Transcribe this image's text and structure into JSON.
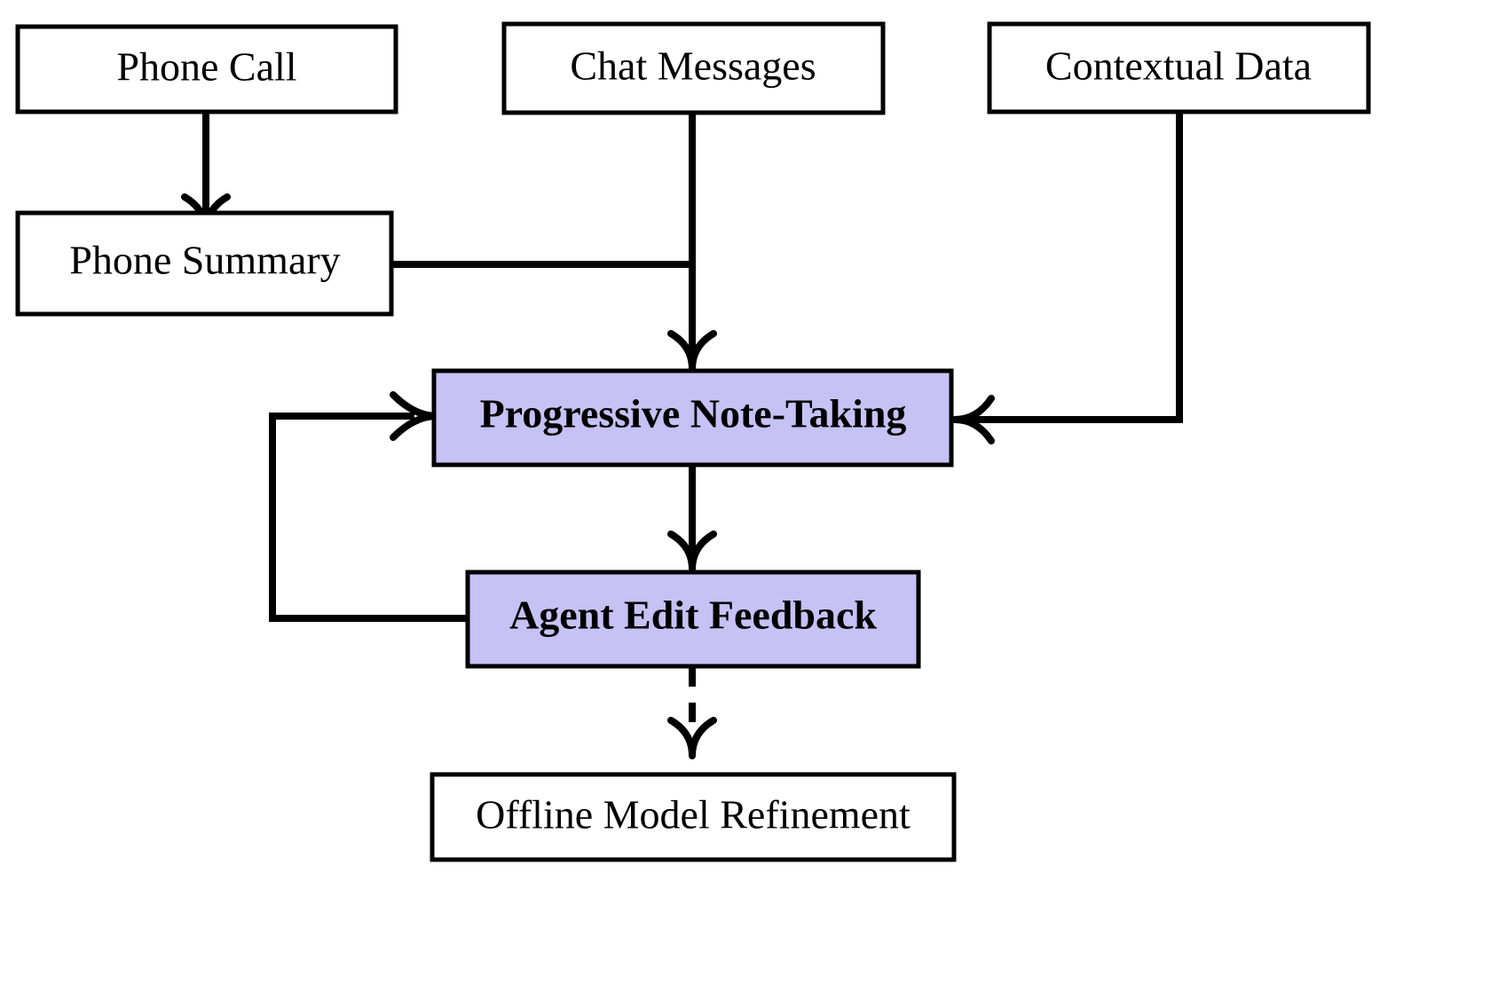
{
  "diagram": {
    "type": "flowchart",
    "title": "",
    "background_color": "#ffffff",
    "highlight_color": "#c6c2f5",
    "stroke_color": "#000000",
    "nodes": [
      {
        "id": "phone_call",
        "label": "Phone Call",
        "style": "plain",
        "bold": false
      },
      {
        "id": "chat_messages",
        "label": "Chat Messages",
        "style": "plain",
        "bold": false
      },
      {
        "id": "contextual_data",
        "label": "Contextual Data",
        "style": "plain",
        "bold": false
      },
      {
        "id": "phone_summary",
        "label": "Phone Summary",
        "style": "plain",
        "bold": false
      },
      {
        "id": "progressive_note",
        "label": "Progressive Note-Taking",
        "style": "highlight",
        "bold": true
      },
      {
        "id": "agent_edit",
        "label": "Agent Edit Feedback",
        "style": "highlight",
        "bold": true
      },
      {
        "id": "offline_refine",
        "label": "Offline Model Refinement",
        "style": "plain",
        "bold": false
      }
    ],
    "edges": [
      {
        "from": "phone_call",
        "to": "phone_summary",
        "line": "solid",
        "arrow": true
      },
      {
        "from": "phone_summary",
        "to": "progressive_note",
        "line": "solid",
        "arrow": false
      },
      {
        "from": "chat_messages",
        "to": "progressive_note",
        "line": "solid",
        "arrow": true
      },
      {
        "from": "contextual_data",
        "to": "progressive_note",
        "line": "solid",
        "arrow": true
      },
      {
        "from": "progressive_note",
        "to": "agent_edit",
        "line": "solid",
        "arrow": true
      },
      {
        "from": "agent_edit",
        "to": "progressive_note",
        "line": "solid",
        "arrow": true
      },
      {
        "from": "agent_edit",
        "to": "offline_refine",
        "line": "dashed",
        "arrow": true
      }
    ]
  }
}
